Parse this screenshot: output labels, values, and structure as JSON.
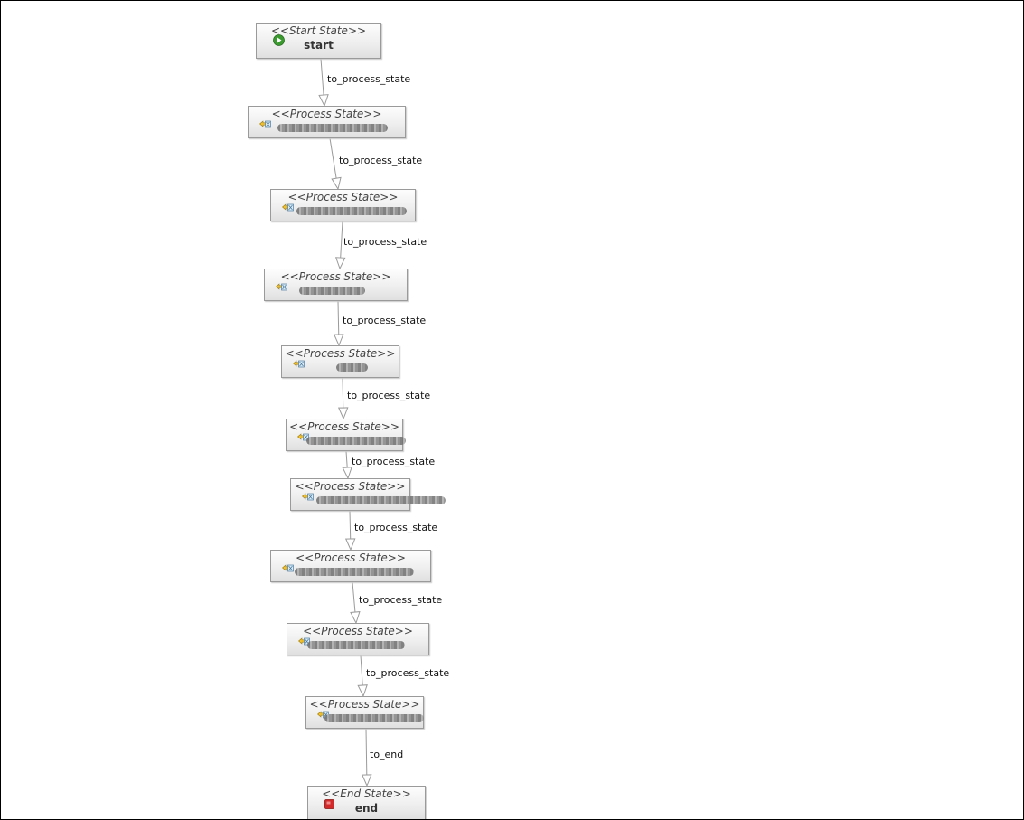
{
  "nodes": [
    {
      "id": "start",
      "stereotype": "<<Start State>>",
      "name": "start",
      "kind": "start"
    },
    {
      "id": "p1",
      "stereotype": "<<Process State>>",
      "name": "",
      "kind": "process"
    },
    {
      "id": "p2",
      "stereotype": "<<Process State>>",
      "name": "",
      "kind": "process"
    },
    {
      "id": "p3",
      "stereotype": "<<Process State>>",
      "name": "",
      "kind": "process"
    },
    {
      "id": "p4",
      "stereotype": "<<Process State>>",
      "name": "",
      "kind": "process"
    },
    {
      "id": "p5",
      "stereotype": "<<Process State>>",
      "name": "",
      "kind": "process"
    },
    {
      "id": "p6",
      "stereotype": "<<Process State>>",
      "name": "",
      "kind": "process"
    },
    {
      "id": "p7",
      "stereotype": "<<Process State>>",
      "name": "",
      "kind": "process"
    },
    {
      "id": "p8",
      "stereotype": "<<Process State>>",
      "name": "",
      "kind": "process"
    },
    {
      "id": "p9",
      "stereotype": "<<Process State>>",
      "name": "",
      "kind": "process"
    },
    {
      "id": "end",
      "stereotype": "<<End State>>",
      "name": "end",
      "kind": "end"
    }
  ],
  "transitions": [
    {
      "from": "start",
      "to": "p1",
      "label": "to_process_state"
    },
    {
      "from": "p1",
      "to": "p2",
      "label": "to_process_state"
    },
    {
      "from": "p2",
      "to": "p3",
      "label": "to_process_state"
    },
    {
      "from": "p3",
      "to": "p4",
      "label": "to_process_state"
    },
    {
      "from": "p4",
      "to": "p5",
      "label": "to_process_state"
    },
    {
      "from": "p5",
      "to": "p6",
      "label": "to_process_state"
    },
    {
      "from": "p6",
      "to": "p7",
      "label": "to_process_state"
    },
    {
      "from": "p7",
      "to": "p8",
      "label": "to_process_state"
    },
    {
      "from": "p8",
      "to": "p9",
      "label": "to_process_state"
    },
    {
      "from": "p9",
      "to": "end",
      "label": "to_end"
    }
  ],
  "icons": {
    "start": "green-play-icon",
    "process": "process-state-icon",
    "end": "red-stop-icon"
  },
  "colors": {
    "start_icon": "#3a9a2e",
    "end_icon": "#d22a2a",
    "edge": "#9a9a9a"
  }
}
